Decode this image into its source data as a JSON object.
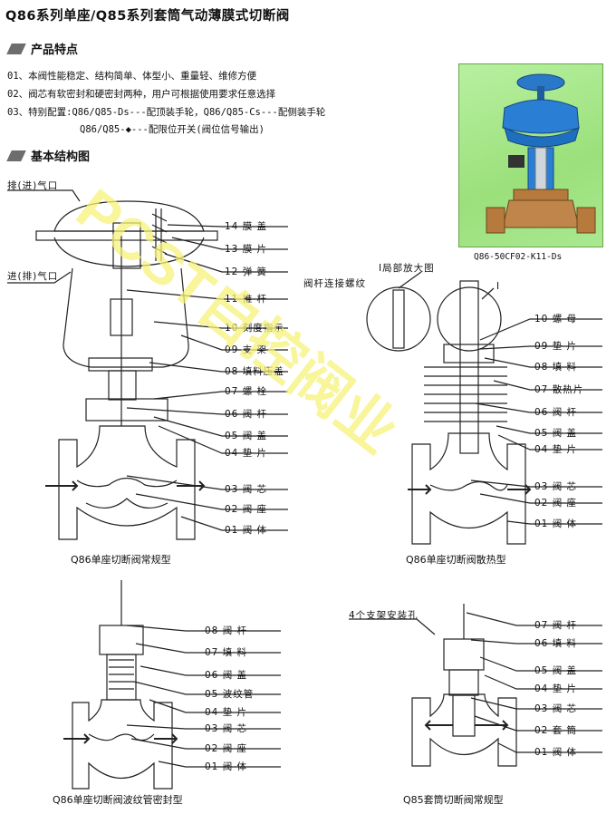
{
  "title": "Q86系列单座/Q85系列套筒气动薄膜式切断阀",
  "sections": {
    "features": "产品特点",
    "structure": "基本结构图"
  },
  "features": [
    "01、本阀性能稳定、结构简单、体型小、重量轻、维修方便",
    "02、阀芯有软密封和硬密封两种，用户可根据使用要求任意选择",
    "03、特别配置:Q86/Q85-Ds---配顶装手轮，Q86/Q85-Cs---配侧装手轮",
    "Q86/Q85-◆---配限位开关(阀位信号输出)"
  ],
  "photo_caption": "Q86-50CF02-K11-Ds",
  "diagram1": {
    "left_labels": [
      "排(进)气口",
      "进(排)气口"
    ],
    "labels": [
      "14 膜 盖",
      "13 膜 片",
      "12 弹 簧",
      "11 推 杆",
      "10 刻度指示",
      "09 支 架",
      "08 填料压盖",
      "07 螺 栓",
      "06 阀 杆",
      "05 阀 盖",
      "04 垫 片",
      "03 阀 芯",
      "02 阀 座",
      "01 阀 体"
    ],
    "caption": "Q86单座切断阀常规型"
  },
  "diagram2": {
    "top_labels": [
      "I局部放大图",
      "阀杆连接螺纹",
      "I"
    ],
    "labels": [
      "10 螺 母",
      "09 垫 片",
      "08 填 料",
      "07 散热片",
      "06 阀 杆",
      "05 阀 盖",
      "04 垫 片",
      "03 阀 芯",
      "02 阀 座",
      "01 阀 体"
    ],
    "caption": "Q86单座切断阀散热型"
  },
  "diagram3": {
    "labels": [
      "08 阀 杆",
      "07 填 料",
      "06 阀 盖",
      "05 波纹管",
      "04 垫 片",
      "03 阀 芯",
      "02 阀 座",
      "01 阀 体"
    ],
    "caption": "Q86单座切断阀波纹管密封型"
  },
  "diagram4": {
    "top_labels": [
      "4个支架安装孔"
    ],
    "labels": [
      "07 阀 杆",
      "06 填 料",
      "05 阀 盖",
      "04 垫 片",
      "03 阀 芯",
      "02 套 筒",
      "01 阀 体"
    ],
    "caption": "Q85套筒切断阀常规型"
  },
  "watermark": "PCST自控阀业",
  "colors": {
    "watermark": "#f5f27a",
    "photo_bg": "#a6e68a",
    "valve_blue": "#1f6fc0",
    "valve_bronze": "#b57a3c"
  }
}
